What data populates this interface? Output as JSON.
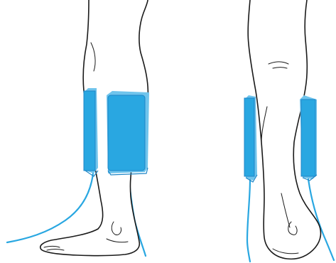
{
  "figure": {
    "views": [
      {
        "name": "side-view",
        "electrodes": 2
      },
      {
        "name": "rear-view",
        "electrodes": 2
      }
    ]
  },
  "colors": {
    "electrode": "#29a7e1",
    "electrode_edge": "#1f86c7",
    "electrode_side": "#6fc4ec",
    "wire": "#29a7e1",
    "line": "#1a1a1a",
    "background": "#ffffff"
  }
}
